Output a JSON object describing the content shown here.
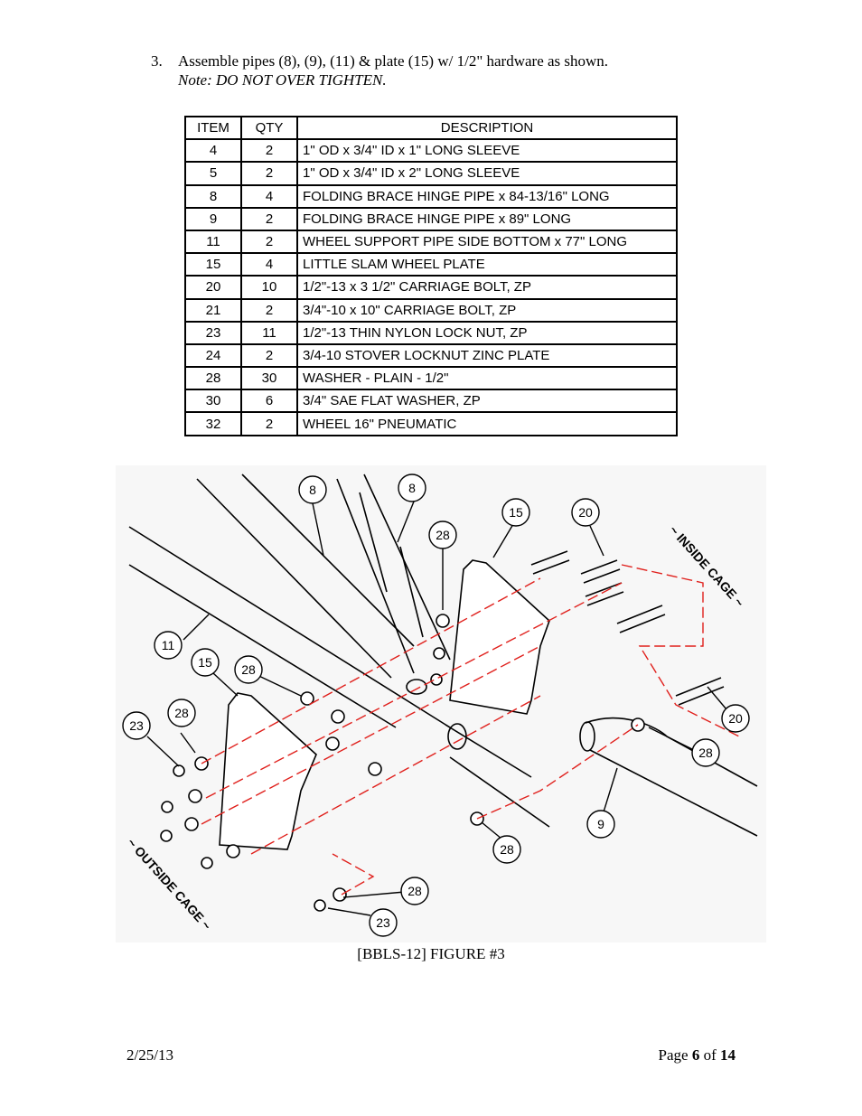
{
  "instruction": {
    "number": "3.",
    "text": "Assemble pipes (8), (9), (11) & plate (15) w/ 1/2\" hardware as shown.",
    "note": "Note: DO NOT OVER TIGHTEN."
  },
  "table": {
    "headers": [
      "ITEM",
      "QTY",
      "DESCRIPTION"
    ],
    "rows": [
      {
        "item": "4",
        "qty": "2",
        "desc": "1\" OD x 3/4\" ID x 1\" LONG SLEEVE"
      },
      {
        "item": "5",
        "qty": "2",
        "desc": "1\" OD x 3/4\" ID x 2\" LONG SLEEVE"
      },
      {
        "item": "8",
        "qty": "4",
        "desc": "FOLDING BRACE HINGE PIPE x 84-13/16\" LONG"
      },
      {
        "item": "9",
        "qty": "2",
        "desc": "FOLDING BRACE HINGE PIPE x 89\" LONG"
      },
      {
        "item": "11",
        "qty": "2",
        "desc": "WHEEL SUPPORT PIPE SIDE BOTTOM x 77\" LONG"
      },
      {
        "item": "15",
        "qty": "4",
        "desc": "LITTLE SLAM WHEEL PLATE"
      },
      {
        "item": "20",
        "qty": "10",
        "desc": "1/2\"-13 x 3 1/2\" CARRIAGE BOLT, ZP"
      },
      {
        "item": "21",
        "qty": "2",
        "desc": "3/4\"-10 x 10\" CARRIAGE BOLT, ZP"
      },
      {
        "item": "23",
        "qty": "11",
        "desc": "1/2\"-13 THIN NYLON LOCK NUT, ZP"
      },
      {
        "item": "24",
        "qty": "2",
        "desc": "3/4-10 STOVER LOCKNUT ZINC PLATE"
      },
      {
        "item": "28",
        "qty": "30",
        "desc": "WASHER - PLAIN - 1/2\""
      },
      {
        "item": "30",
        "qty": "6",
        "desc": "3/4\" SAE FLAT WASHER, ZP"
      },
      {
        "item": "32",
        "qty": "2",
        "desc": "WHEEL 16\" PNEUMATIC"
      }
    ]
  },
  "figure": {
    "inside_label": "~ INSIDE CAGE ~",
    "outside_label": "~ OUTSIDE CAGE ~",
    "callouts": [
      "8",
      "8",
      "28",
      "15",
      "20",
      "11",
      "15",
      "28",
      "23",
      "28",
      "20",
      "28",
      "9",
      "28",
      "28",
      "23"
    ],
    "caption": "[BBLS-12] FIGURE #3"
  },
  "footer": {
    "date": "2/25/13",
    "page_prefix": "Page ",
    "page_current": "6",
    "page_of": " of ",
    "page_total": "14"
  }
}
